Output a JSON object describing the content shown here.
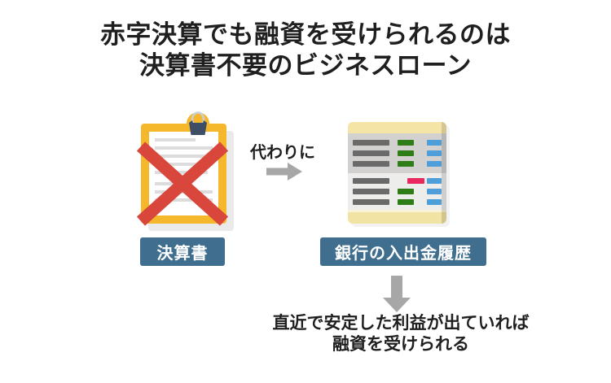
{
  "title": {
    "line1": "赤字決算でも融資を受けられるのは",
    "line2": "決算書不要のビジネスローン"
  },
  "comparison": {
    "rejected": {
      "icon": "crossed-out-financial-statement-icon",
      "label": "決算書"
    },
    "transition": {
      "text": "代わりに",
      "icon": "right-arrow-icon"
    },
    "accepted": {
      "icon": "bank-ledger-icon",
      "label": "銀行の入出金履歴"
    }
  },
  "conclusion": {
    "icon": "down-arrow-icon",
    "line1": "直近で安定した利益が出ていれば",
    "line2": "融資を受けられる"
  },
  "colors": {
    "label_background": "#3F6E8E",
    "label_text": "#FFFFFF",
    "clipboard_yellow": "#F5B72B",
    "cross_red": "#D8463C",
    "clip_navy": "#3E4E66",
    "arrow_gray": "#A7A7A7",
    "ledger_cream": "#F4E4A6",
    "ledger_gray_section": "#D2D1D0",
    "ledger_light_section": "#EDEDEC",
    "bar_dark": "#6A6A6A",
    "bar_green": "#2E7D17",
    "bar_blue": "#4E9FD9",
    "bar_pink": "#E9285F",
    "text_dark": "#1F1F1F"
  }
}
